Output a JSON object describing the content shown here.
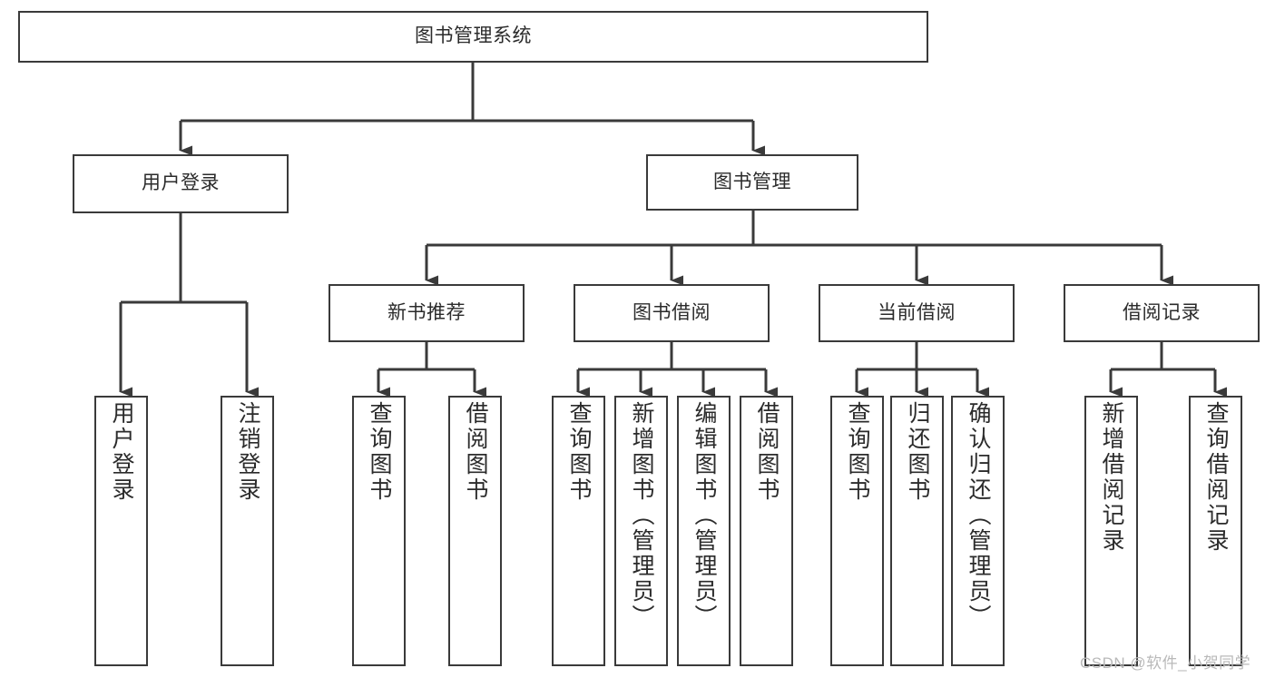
{
  "diagram": {
    "title": "图书管理系统",
    "type": "tree",
    "root": {
      "label": "图书管理系统"
    },
    "level2": [
      {
        "label": "用户登录"
      },
      {
        "label": "图书管理"
      }
    ],
    "level3": [
      {
        "label": "新书推荐"
      },
      {
        "label": "图书借阅"
      },
      {
        "label": "当前借阅"
      },
      {
        "label": "借阅记录"
      }
    ],
    "leaves": {
      "user_login": [
        {
          "label": "用户登录"
        },
        {
          "label": "注销登录"
        }
      ],
      "new_book_recommend": [
        {
          "label": "查询图书"
        },
        {
          "label": "借阅图书"
        }
      ],
      "book_borrow": [
        {
          "label": "查询图书"
        },
        {
          "label": "新增图书（管理员）"
        },
        {
          "label": "编辑图书（管理员）"
        },
        {
          "label": "借阅图书"
        }
      ],
      "current_borrow": [
        {
          "label": "查询图书"
        },
        {
          "label": "归还图书"
        },
        {
          "label": "确认归还（管理员）"
        }
      ],
      "borrow_record": [
        {
          "label": "新增借阅记录"
        },
        {
          "label": "查询借阅记录"
        }
      ]
    }
  },
  "watermark": {
    "text": "CSDN @软件_小贺同学"
  },
  "colors": {
    "box_border": "#3a3a3a",
    "text": "#2b2b2b",
    "background": "#ffffff",
    "watermark": "#b9b9b9"
  }
}
